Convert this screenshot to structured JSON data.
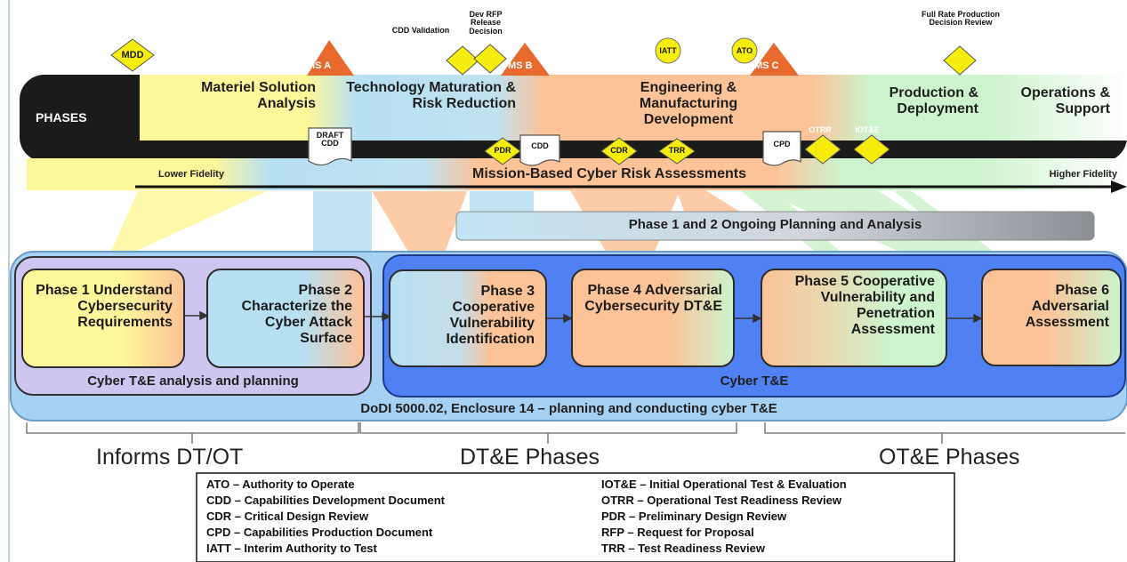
{
  "timeline": {
    "phases_label": "PHASES",
    "acquisition_phases": [
      "Materiel Solution Analysis",
      "Technology Maturation & Risk Reduction",
      "Engineering & Manufacturing Development",
      "Production & Deployment",
      "Operations & Support"
    ],
    "milestones": [
      "MS A",
      "MS B",
      "MS C"
    ],
    "decisions": {
      "mdd": "MDD",
      "cdd_validation": "CDD Validation",
      "dev_rfp": "Dev RFP Release Decision",
      "iatt": "IATT",
      "ato": "ATO",
      "full_rate": "Full Rate Production Decision Review"
    },
    "documents": {
      "draft_cdd": "DRAFT CDD",
      "cdd": "CDD",
      "cpd": "CPD"
    },
    "reviews": {
      "pdr": "PDR",
      "cdr": "CDR",
      "trr": "TRR",
      "otrr": "OTRR",
      "iote": "IOT&E"
    },
    "lower_fidelity": "Lower Fidelity",
    "higher_fidelity": "Higher Fidelity",
    "mission_assessments": "Mission-Based Cyber Risk Assessments"
  },
  "ongoing_planning": "Phase 1 and 2 Ongoing Planning and Analysis",
  "phases": [
    {
      "text": "Phase 1 Understand Cybersecurity Requirements"
    },
    {
      "text": "Phase 2 Characterize the Cyber Attack Surface"
    },
    {
      "text": "Phase 3 Cooperative Vulnerability Identification"
    },
    {
      "text": "Phase 4 Adversarial Cybersecurity DT&E"
    },
    {
      "text": "Phase 5 Cooperative Vulnerability and Penetration Assessment"
    },
    {
      "text": "Phase 6 Adversarial Assessment"
    }
  ],
  "groups": {
    "analysis": "Cyber T&E analysis and planning",
    "cyber_te": "Cyber T&E",
    "dodi": "DoDI 5000.02, Enclosure 14 – planning and conducting cyber T&E"
  },
  "braces": [
    "Informs DT/OT",
    "DT&E Phases",
    "OT&E Phases"
  ],
  "legend": [
    "ATO – Authority to Operate",
    "CDD – Capabilities Development Document",
    "CDR – Critical Design Review",
    "CPD – Capabilities Production Document",
    "IATT – Interim Authority to Test",
    "IOT&E – Initial Operational Test & Evaluation",
    "OTRR – Operational Test Readiness Review",
    "PDR – Preliminary Design Review",
    "RFP – Request for Proposal",
    "TRR – Test Readiness Review"
  ],
  "colors": {
    "yellow": "#fdf79b",
    "blue": "#b7e0f3",
    "orange": "#fcc298",
    "green": "#cdf3cc",
    "dark_bar": "#1b1b1b",
    "cyber_blue": "#4f81f2",
    "outer_blue": "#a7d1f2",
    "lavender": "#cec6f0",
    "milestone": "#e8692e",
    "diamond": "#f6ed0f"
  }
}
